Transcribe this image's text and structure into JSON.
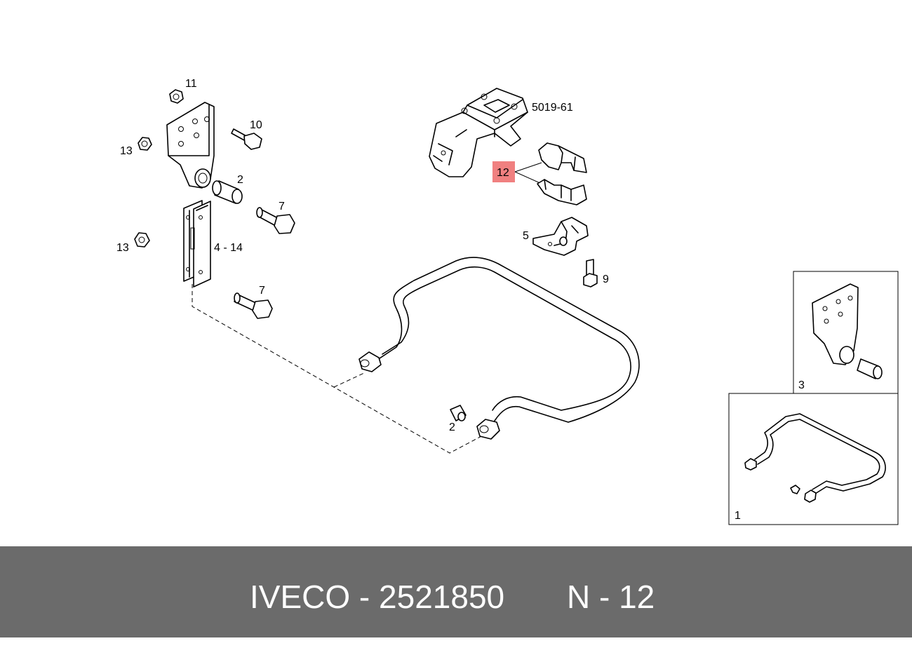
{
  "diagram": {
    "labels": {
      "l11": "11",
      "l10": "10",
      "l13a": "13",
      "l2a": "2",
      "l7a": "7",
      "l13b": "13",
      "l414": "4 - 14",
      "l7b": "7",
      "l501961": "5019-61",
      "l12": "12",
      "l5": "5",
      "l9": "9",
      "l2b": "2",
      "l3": "3",
      "l1": "1"
    },
    "highlight_color": "#f08080"
  },
  "footer": {
    "part_caption": "IVECO - 2521850",
    "position_caption": "N - 12",
    "background": "#6b6b6b"
  }
}
